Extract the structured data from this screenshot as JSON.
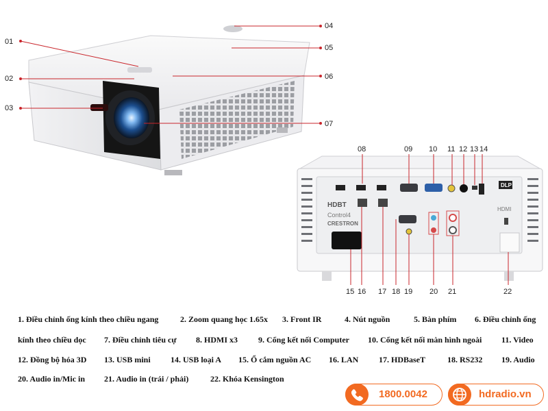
{
  "callouts": {
    "top": [
      {
        "num": "01"
      },
      {
        "num": "02"
      },
      {
        "num": "03"
      },
      {
        "num": "04"
      },
      {
        "num": "05"
      },
      {
        "num": "06"
      },
      {
        "num": "07"
      }
    ],
    "rear": [
      {
        "num": "08"
      },
      {
        "num": "09"
      },
      {
        "num": "10"
      },
      {
        "num": "11"
      },
      {
        "num": "12"
      },
      {
        "num": "13"
      },
      {
        "num": "14"
      },
      {
        "num": "15"
      },
      {
        "num": "16"
      },
      {
        "num": "17"
      },
      {
        "num": "18"
      },
      {
        "num": "19"
      },
      {
        "num": "20"
      },
      {
        "num": "21"
      },
      {
        "num": "22"
      }
    ]
  },
  "panel_labels": {
    "hdbt": "HDBT",
    "control4": "Control4",
    "crestron": "CRESTRON",
    "dlp": "DLP",
    "hdmi": "HDMI"
  },
  "legend": {
    "line1": [
      "1. Điều chỉnh ống kính theo chiều ngang",
      "2. Zoom quang học 1.65x",
      "3.  Front IR",
      "4. Nút nguồn",
      "5. Bàn phím",
      "6. Điều chỉnh ống"
    ],
    "line2": [
      "kính theo chiều dọc",
      "7. Điều chỉnh tiêu cự",
      "8. HDMI x3",
      "9. Cổng kết nối Computer",
      "10. Cổng kết nối màn hình ngoài",
      "11. Video"
    ],
    "line3": [
      "12. Đồng bộ hóa 3D",
      "13. USB mini",
      "14. USB loại A",
      "15. Ổ cắm nguồn AC",
      "16. LAN",
      "17. HDBaseT",
      "18. RS232",
      "19. Audio"
    ],
    "line4": [
      "20. Audio in/Mic in",
      "21. Audio in (trái / phải)",
      "22. Khóa Kensington"
    ]
  },
  "contact": {
    "phone": "1800.0042",
    "website": "hdradio.vn",
    "icons": [
      "phone-icon",
      "globe-icon"
    ],
    "accent": "#f26a21"
  }
}
